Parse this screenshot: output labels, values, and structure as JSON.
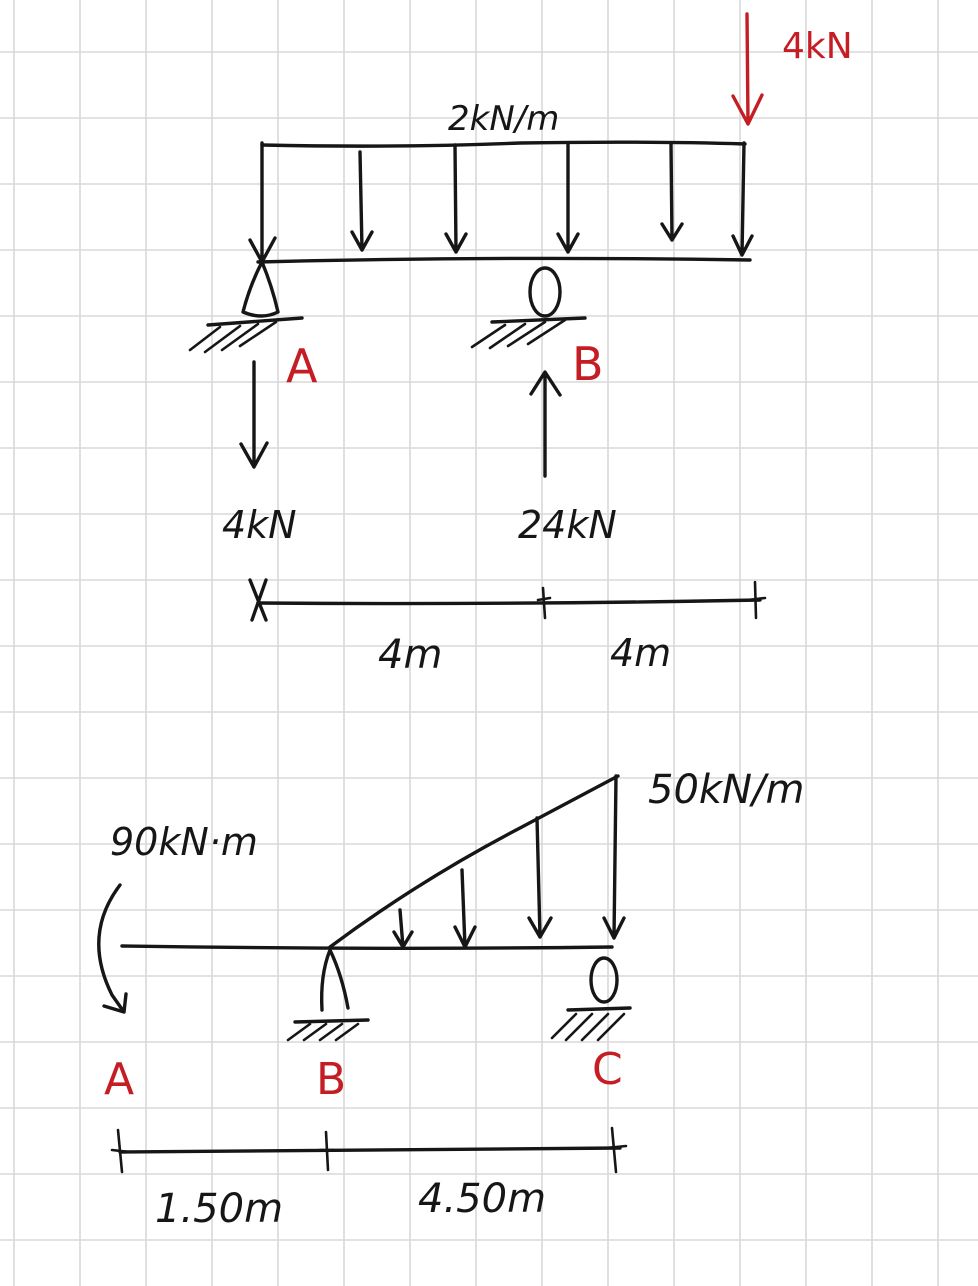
{
  "beam1": {
    "distributed_load": "2kN/m",
    "point_load": "4kN",
    "support_a_label": "A",
    "support_b_label": "B",
    "reaction_a": "4kN",
    "reaction_b": "24kN",
    "span_ab": "4m",
    "span_overhang": "4m"
  },
  "beam2": {
    "moment": "90kN·m",
    "max_distributed_load": "50kN/m",
    "point_a_label": "A",
    "support_b_label": "B",
    "support_c_label": "C",
    "span_ab": "1.50m",
    "span_bc": "4.50m"
  },
  "colors": {
    "ink": "#161616",
    "accent_red": "#c41e24",
    "grid": "#d9d9d9"
  }
}
